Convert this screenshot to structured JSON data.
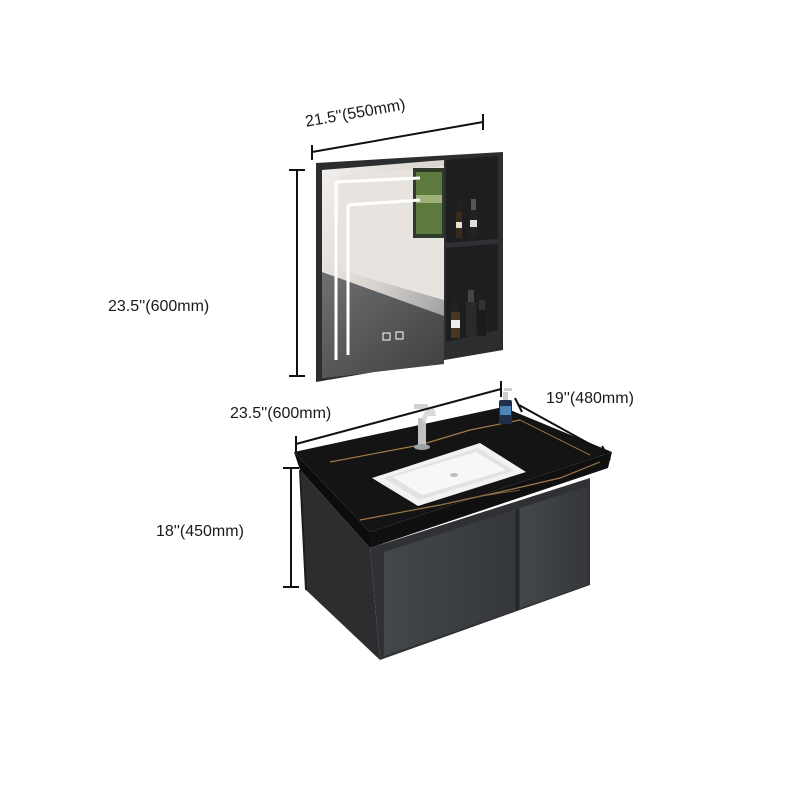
{
  "dimensions": {
    "mirror_width": "21.5''(550mm)",
    "mirror_height": "23.5''(600mm)",
    "vanity_width": "23.5''(600mm)",
    "vanity_depth": "19''(480mm)",
    "vanity_height": "18''(450mm)"
  },
  "colors": {
    "cabinet": "#2b2d2f",
    "cabinet_front": "#3a3c3f",
    "countertop": "#141414",
    "vein": "#a07a4a",
    "basin": "#f2f2f2",
    "line": "#111111"
  },
  "icons": [
    "sink-icon",
    "faucet-icon",
    "soap-dispenser-icon",
    "mirror-cabinet-icon",
    "bottle-icon"
  ]
}
